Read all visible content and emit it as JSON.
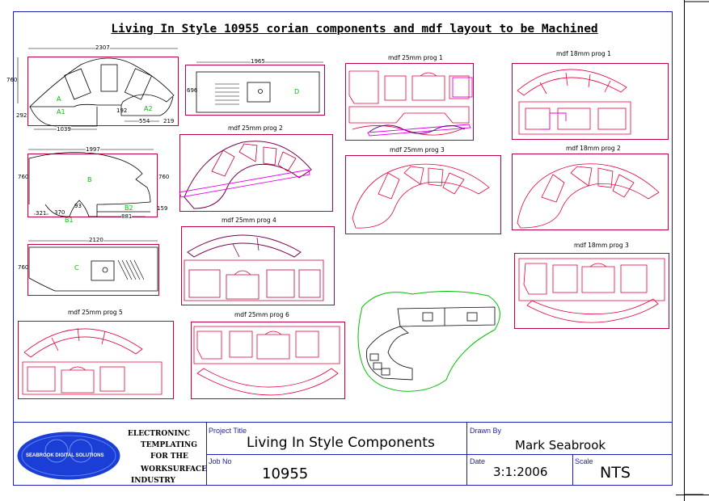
{
  "title": "Living In Style 10955 corian components and mdf layout to be Machined",
  "parts": {
    "A": "A",
    "A1": "A1",
    "A2": "A2",
    "B": "B",
    "B1": "B1",
    "B2": "B2",
    "C": "C",
    "D": "D"
  },
  "dimensions": {
    "a_width": "2307",
    "a_height": "760",
    "a_left_depth": "292",
    "a_bottom": "1039",
    "a_mid": "192",
    "a_right_a": "554",
    "a_right_b": "219",
    "b_width": "1997",
    "b_height_left": "760",
    "b_height_right": "760",
    "b_left": "321",
    "b_mid": "370",
    "b_small": "93",
    "b_right": "881",
    "b_right_depth": "159",
    "c_width": "2120",
    "c_height": "760",
    "d_width": "1965",
    "d_height": "696"
  },
  "sections": {
    "mdf25_1": "mdf 25mm prog 1",
    "mdf18_1": "mdf 18mm prog 1",
    "mdf25_2": "mdf 25mm prog 2",
    "mdf25_3": "mdf 25mm prog 3",
    "mdf18_2": "mdf 18mm prog 2",
    "mdf25_4": "mdf 25mm prog 4",
    "mdf18_3": "mdf 18mm prog 3",
    "mdf25_5": "mdf 25mm prog 5",
    "mdf25_6": "mdf 25mm prog 6"
  },
  "title_block": {
    "logo_text": "SEABROOK DIGITAL SOLUTIONS",
    "tagline": [
      "ELECTRONINC",
      "TEMPLATING",
      "FOR THE",
      "WORKSURFACE",
      "INDUSTRY"
    ],
    "project_title_label": "Project Title",
    "project_title": "Living In Style  Components",
    "job_no_label": "Job No",
    "job_no": "10955",
    "drawn_by_label": "Drawn By",
    "drawn_by": "Mark Seabrook",
    "date_label": "Date",
    "date": "3:1:2006",
    "scale_label": "Scale",
    "scale": "NTS"
  },
  "colors": {
    "frame": "#1d1db0",
    "outline": "#c0003a",
    "part": "#000000",
    "machining": "#e600e6",
    "preview": "#00c000",
    "label": "#00c000",
    "logo": "#1b3fd6"
  }
}
